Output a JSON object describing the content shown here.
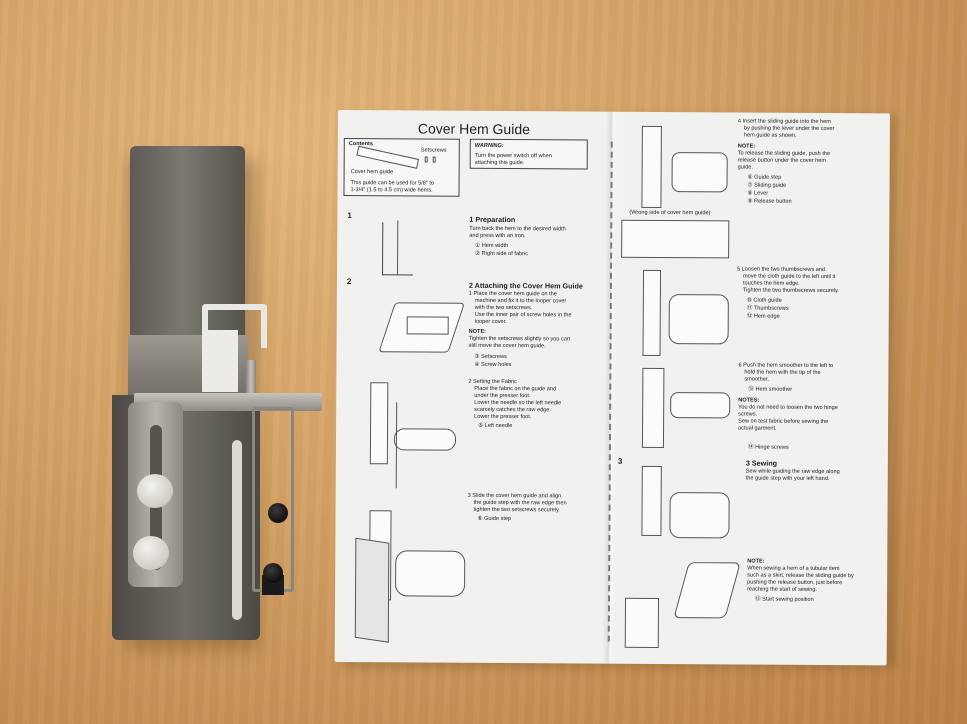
{
  "manual": {
    "title": "Cover Hem Guide",
    "contents": {
      "heading": "Contents",
      "setscrews_label": "Setscrews",
      "guide_label": "Cover hem guide",
      "range_line1": "This guide can be used for 5/8\" to",
      "range_line2": "1-3/4\" (1.5 to 4.5 cm) wide hems."
    },
    "warning": {
      "heading": "WARNING:",
      "line1": "Turn the power switch off when",
      "line2": "attaching this guide."
    },
    "left_page": {
      "step1": {
        "number": "1",
        "heading": "1 Preparation",
        "lines": [
          "Turn back the hem to the desired width",
          "and press with an iron."
        ],
        "items": [
          "① Hem width",
          "② Right side of fabric"
        ]
      },
      "step2": {
        "number": "2",
        "heading": "2 Attaching the Cover Hem Guide",
        "lines": [
          "1 Place the cover hem guide on the",
          "machine and fix it to the looper cover",
          "with the two setscrews.",
          "Use the inner pair of screw holes in the",
          "looper cover."
        ],
        "note_heading": "NOTE:",
        "note_lines": [
          "Tighten the setscrews slightly so you can",
          "still move the cover hem guide."
        ],
        "items": [
          "③ Setscrews",
          "④ Screw holes"
        ]
      },
      "step2b": {
        "lines": [
          "2 Setting the Fabric",
          "Place the fabric on the guide and",
          "under the presser foot.",
          "Lower the needle so the left needle",
          "scarcely catches the raw edge.",
          "Lower the presser foot."
        ],
        "items": [
          "⑤ Left needle"
        ]
      },
      "step2c": {
        "lines": [
          "3 Slide the cover hem guide and align",
          "the guide step with the raw edge then",
          "tighten the two setscrews securely."
        ],
        "items": [
          "⑥ Guide step"
        ]
      }
    },
    "right_page": {
      "step4": {
        "lines": [
          "4 Insert the sliding guide into the hem",
          "by pushing the lever under the cover",
          "hem guide as shown."
        ],
        "note_heading": "NOTE:",
        "note_lines": [
          "To release the sliding guide, push the",
          "release button under the cover hem",
          "guide."
        ],
        "items": [
          "⑥ Guide step",
          "⑦ Sliding guide",
          "⑧ Lever",
          "⑨ Release button"
        ],
        "caption": "(Wrong side of cover hem guide)"
      },
      "step5": {
        "lines": [
          "5 Loosen the two thumbscrews and",
          "move the cloth guide to the left until it",
          "touches the hem edge.",
          "Tighten the two thumbscrews securely."
        ],
        "items": [
          "⑩ Cloth guide",
          "⑪ Thumbscrews",
          "⑫ Hem edge"
        ]
      },
      "step6": {
        "lines": [
          "6 Push the hem smoother to the left to",
          "hold the hem with the tip of the",
          "smoother."
        ],
        "items_top": [
          "⑬ Hem smoother"
        ],
        "note_heading": "NOTES:",
        "note_lines": [
          "You do not need to loosen the two hinge",
          "screws.",
          "Sew on test fabric before sewing the",
          "actual garment."
        ],
        "items": [
          "⑭ Hinge screws"
        ]
      },
      "step3": {
        "number": "3",
        "heading": "3 Sewing",
        "lines": [
          "Sew while guiding the raw edge along",
          "the guide step with your left hand."
        ]
      },
      "note_final": {
        "heading": "NOTE:",
        "lines": [
          "When sewing a hem of a tubular item",
          "such as a skirt, release the sliding guide by",
          "pushing the release button, just before",
          "reaching the start of sewing."
        ],
        "items": [
          "⑮ Start sewing position"
        ]
      }
    }
  }
}
